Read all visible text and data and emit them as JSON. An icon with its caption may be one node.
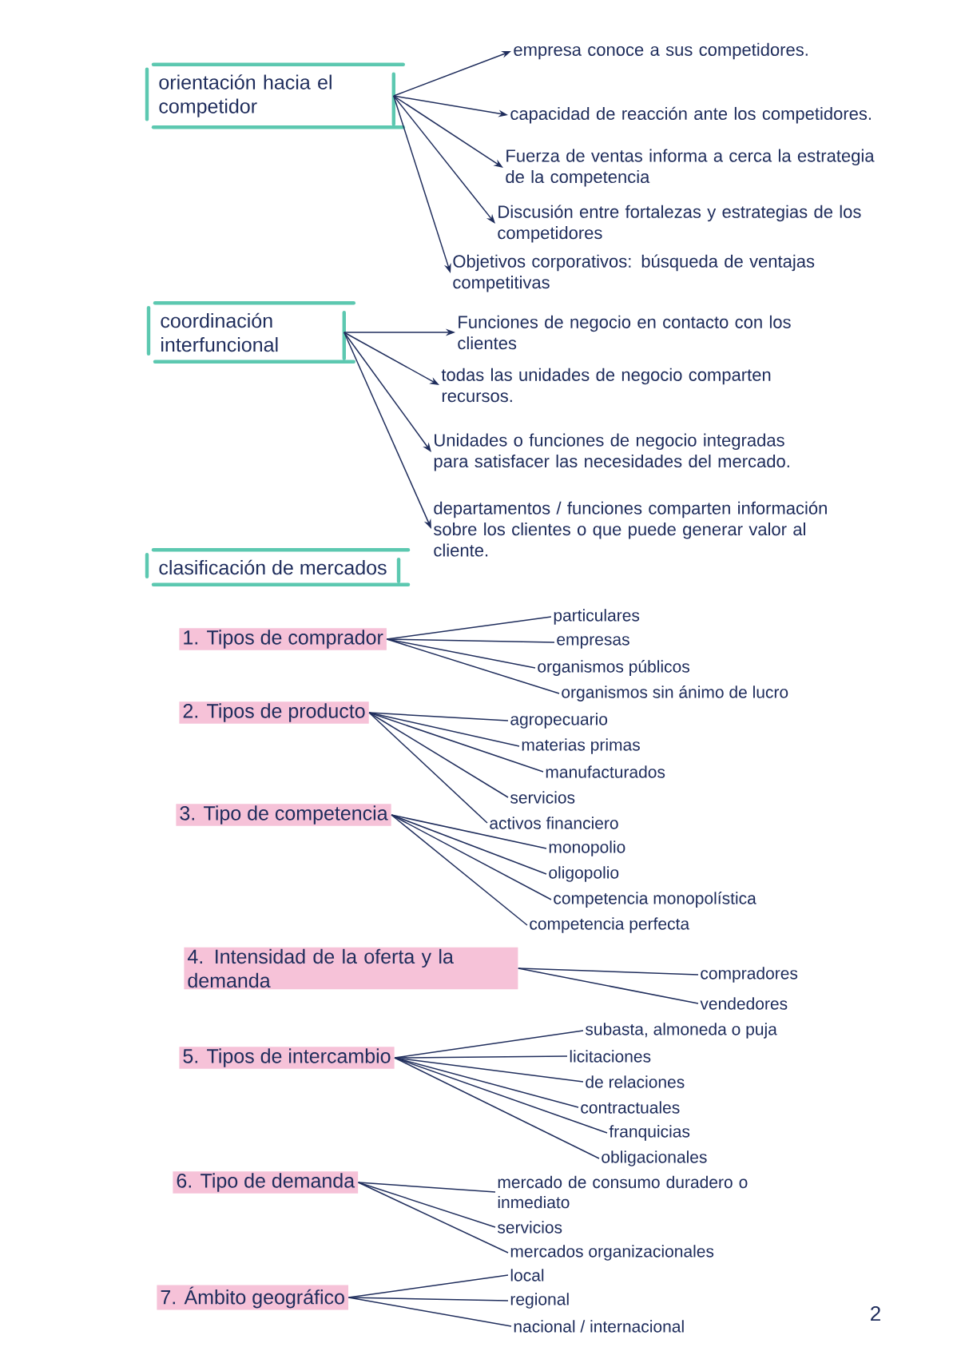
{
  "diagram": {
    "nodes": [
      {
        "text": [
          "orientación hacia el competidor"
        ]
      },
      {
        "text": [
          "empresa conoce a sus competidores."
        ]
      },
      {
        "text": [
          "capacidad de reacción ante los competidores."
        ]
      },
      {
        "text": [
          "Fuerza de ventas informa a cerca la estrategia de la competencia"
        ]
      },
      {
        "text": [
          "Discusión entre fortalezas y estrategias de los competidores"
        ]
      },
      {
        "text": [
          "Objetivos corporativos: búsqueda de ventajas competitivas"
        ]
      },
      {
        "text": [
          "coordinación interfuncional"
        ]
      },
      {
        "text": [
          "Funciones de negocio en contacto con los clientes"
        ]
      },
      {
        "text": [
          "todas las unidades de negocio comparten recursos."
        ]
      },
      {
        "text": [
          "Unidades o funciones de negocio integradas para satisfacer las necesidades del mercado."
        ]
      },
      {
        "text": [
          "departamentos / funciones comparten información sobre los clientes o que puede generar valor al cliente."
        ]
      },
      {
        "text": [
          "clasificación de mercados"
        ]
      },
      {
        "text": [
          "1. Tipos de comprador"
        ]
      },
      {
        "text": [
          "particulares"
        ]
      },
      {
        "text": [
          "empresas"
        ]
      },
      {
        "text": [
          "organismos públicos"
        ]
      },
      {
        "text": [
          "organismos sin ánimo de lucro"
        ]
      },
      {
        "text": [
          "2. Tipos de producto"
        ]
      },
      {
        "text": [
          "agropecuario"
        ]
      },
      {
        "text": [
          "materias primas"
        ]
      },
      {
        "text": [
          "manufacturados"
        ]
      },
      {
        "text": [
          "servicios"
        ]
      },
      {
        "text": [
          "activos financiero"
        ]
      },
      {
        "text": [
          "3. Tipo de competencia"
        ]
      },
      {
        "text": [
          "monopolio"
        ]
      },
      {
        "text": [
          "oligopolio"
        ]
      },
      {
        "text": [
          "competencia monopolística"
        ]
      },
      {
        "text": [
          "competencia perfecta"
        ]
      },
      {
        "text": [
          "4. Intensidad de la oferta y la demanda"
        ]
      },
      {
        "text": [
          "compradores"
        ]
      },
      {
        "text": [
          "vendedores"
        ]
      },
      {
        "text": [
          "5. Tipos de intercambio"
        ]
      },
      {
        "text": [
          "subasta, almoneda o puja"
        ]
      },
      {
        "text": [
          "licitaciones"
        ]
      },
      {
        "text": [
          "de relaciones"
        ]
      },
      {
        "text": [
          "contractuales"
        ]
      },
      {
        "text": [
          "franquicias"
        ]
      },
      {
        "text": [
          "obligacionales"
        ]
      },
      {
        "text": [
          "6. Tipo de demanda"
        ]
      },
      {
        "text": [
          "mercado de consumo duradero o inmediato"
        ]
      },
      {
        "text": [
          "servicios"
        ]
      },
      {
        "text": [
          "mercados organizacionales"
        ]
      },
      {
        "text": [
          "7. Ámbito geográfico"
        ]
      },
      {
        "text": [
          "local"
        ]
      },
      {
        "text": [
          "regional"
        ]
      },
      {
        "text": [
          "nacional / internacional"
        ]
      }
    ],
    "edges": [
      {
        "from": 0,
        "to": 1,
        "arrow": "to"
      },
      {
        "from": 0,
        "to": 2,
        "arrow": "to"
      },
      {
        "from": 0,
        "to": 3,
        "arrow": "to"
      },
      {
        "from": 0,
        "to": 4,
        "arrow": "to"
      },
      {
        "from": 0,
        "to": 5,
        "arrow": "to"
      },
      {
        "from": 6,
        "to": 7,
        "arrow": "to"
      },
      {
        "from": 6,
        "to": 8,
        "arrow": "to"
      },
      {
        "from": 6,
        "to": 9,
        "arrow": "to"
      },
      {
        "from": 6,
        "to": 10,
        "arrow": "to"
      },
      {
        "from": 12,
        "to": 13,
        "arrow": "none"
      },
      {
        "from": 12,
        "to": 14,
        "arrow": "none"
      },
      {
        "from": 12,
        "to": 15,
        "arrow": "none"
      },
      {
        "from": 12,
        "to": 16,
        "arrow": "none"
      },
      {
        "from": 17,
        "to": 18,
        "arrow": "none"
      },
      {
        "from": 17,
        "to": 19,
        "arrow": "none"
      },
      {
        "from": 17,
        "to": 20,
        "arrow": "none"
      },
      {
        "from": 17,
        "to": 21,
        "arrow": "none"
      },
      {
        "from": 17,
        "to": 22,
        "arrow": "none"
      },
      {
        "from": 23,
        "to": 24,
        "arrow": "none"
      },
      {
        "from": 23,
        "to": 25,
        "arrow": "none"
      },
      {
        "from": 23,
        "to": 26,
        "arrow": "none"
      },
      {
        "from": 23,
        "to": 27,
        "arrow": "none"
      },
      {
        "from": 28,
        "to": 29,
        "arrow": "none"
      },
      {
        "from": 28,
        "to": 30,
        "arrow": "none"
      },
      {
        "from": 31,
        "to": 32,
        "arrow": "none"
      },
      {
        "from": 31,
        "to": 33,
        "arrow": "none"
      },
      {
        "from": 31,
        "to": 34,
        "arrow": "none"
      },
      {
        "from": 31,
        "to": 35,
        "arrow": "none"
      },
      {
        "from": 31,
        "to": 36,
        "arrow": "none"
      },
      {
        "from": 31,
        "to": 37,
        "arrow": "none"
      },
      {
        "from": 38,
        "to": 39,
        "arrow": "none"
      },
      {
        "from": 38,
        "to": 40,
        "arrow": "none"
      },
      {
        "from": 38,
        "to": 41,
        "arrow": "none"
      },
      {
        "from": 42,
        "to": 43,
        "arrow": "none"
      },
      {
        "from": 42,
        "to": 44,
        "arrow": "none"
      },
      {
        "from": 42,
        "to": 45,
        "arrow": "none"
      }
    ],
    "labels": [
      "2"
    ]
  }
}
